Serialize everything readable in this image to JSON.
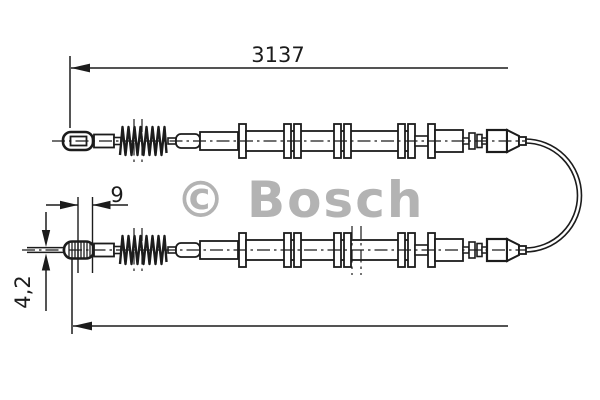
{
  "page": {
    "background": "#ffffff",
    "line_color": "#1c1c1c"
  },
  "watermark": {
    "text": "© Bosch",
    "color": "#b3b3b3"
  },
  "dimensions": {
    "total_length": {
      "label": "3137"
    },
    "end_fitting_width": {
      "label": "9"
    },
    "cable_diameter": {
      "label": "4,2"
    }
  }
}
